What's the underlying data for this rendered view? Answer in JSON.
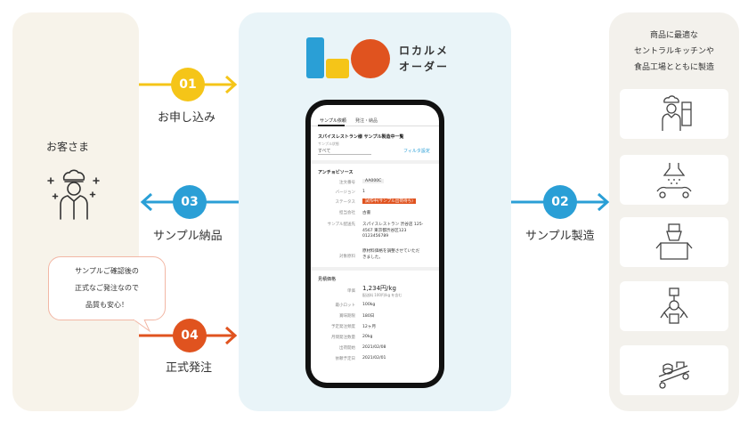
{
  "logo": {
    "name_line1": "ロカルメ",
    "name_line2": "オーダー"
  },
  "customer": {
    "label": "お客さま"
  },
  "speech_bubble": {
    "line1": "サンプルご確認後の",
    "line2": "正式なご発注なので",
    "line3": "品質も安心！"
  },
  "right_panel": {
    "line1": "商品に最適な",
    "line2": "セントラルキッチンや",
    "line3": "食品工場とともに製造"
  },
  "steps": [
    {
      "number": "01",
      "label": "お申し込み",
      "color": "#f5c518"
    },
    {
      "number": "02",
      "label": "サンプル製造",
      "color": "#2a9fd6"
    },
    {
      "number": "03",
      "label": "サンプル納品",
      "color": "#2a9fd6"
    },
    {
      "number": "04",
      "label": "正式発注",
      "color": "#e0531f"
    }
  ],
  "factory_icons": [
    "chef-icon",
    "conveyor-icon",
    "box-packing-icon",
    "robot-arm-icon",
    "product-conveyor-icon"
  ],
  "screen": {
    "tabs": [
      "サンプル依頼",
      "発注・納品"
    ],
    "heading": "スパイスレストラン様 サンプル製造中一覧",
    "filter_caption": "サンプル状態",
    "filter_value": "すべて",
    "filter_link": "フィルタ設定",
    "product_name": "アンチョビソース",
    "rows": [
      {
        "label": "注文番号",
        "value": "AA000C"
      },
      {
        "label": "バージョン",
        "value": "1"
      },
      {
        "label": "ステータス",
        "value": "試作中(サンプル出荷待ち)"
      },
      {
        "label": "担当会社",
        "value": "古書"
      },
      {
        "label": "サンプル配送先",
        "value": "スパイスレストラン 渋谷店 125-"
      },
      {
        "label": "",
        "value": "4567 東京都渋谷区123"
      },
      {
        "label": "",
        "value": "0123456789"
      },
      {
        "label": "対象原料",
        "value": "原材料価格を調整させていただ"
      },
      {
        "label": "",
        "value": "きました。"
      }
    ],
    "section_title": "見積価格",
    "price_label": "単価",
    "price_value": "1,234円/kg",
    "price_sub": "配送料 100円/kg を含む",
    "rows2": [
      {
        "label": "最小ロット",
        "value": "100kg"
      },
      {
        "label": "賞味期限",
        "value": "180日"
      },
      {
        "label": "予定発注頻度",
        "value": "12ヶ月"
      },
      {
        "label": "月間発注数量",
        "value": "20kg"
      },
      {
        "label": "出荷開始",
        "value": "2021/02/08"
      },
      {
        "label": "依頼予定日",
        "value": "2021/02/01"
      }
    ]
  }
}
